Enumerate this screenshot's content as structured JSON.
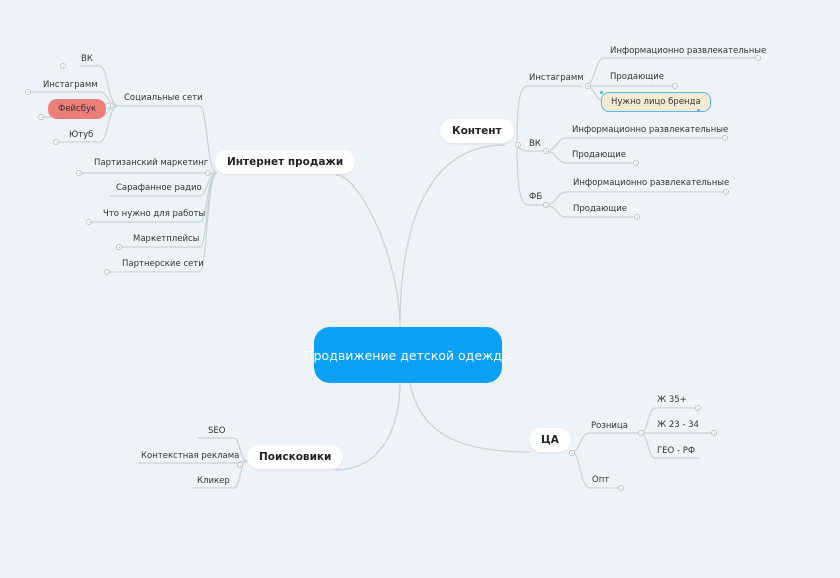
{
  "central": {
    "label": "Продвижение детской одежды"
  },
  "branches": {
    "internet": {
      "label": "Интернет продажи",
      "social": {
        "label": "Социальные сети",
        "vk": "ВК",
        "instagram": "Инстаграмм",
        "facebook": "Фейсбук",
        "youtube": "Ютуб"
      },
      "partisan": "Партизанский маркетинг",
      "word_of_mouth": "Сарафанное радио",
      "needs": "Что нужно для работы",
      "marketplaces": "Маркетплейсы",
      "partner_networks": "Партнерские сети"
    },
    "content": {
      "label": "Контент",
      "instagram": {
        "label": "Инстаграмм",
        "info": "Информационно развлекательные",
        "selling": "Продающие",
        "brand_face": "Нужно лицо бренда"
      },
      "vk": {
        "label": "ВК",
        "info": "Информационно развлекательные",
        "selling": "Продающие"
      },
      "fb": {
        "label": "ФБ",
        "info": "Информационно развлекательные",
        "selling": "Продающие"
      }
    },
    "search": {
      "label": "Поисковики",
      "seo": "SEO",
      "context": "Контекстная реклама",
      "clicker": "Кликер"
    },
    "ca": {
      "label": "ЦА",
      "retail": {
        "label": "Розница",
        "w35": "Ж 35+",
        "w23": "Ж 23 - 34",
        "geo": "ГЕО - РФ"
      },
      "wholesale": "Опт"
    }
  },
  "colors": {
    "central": "#0aa0f5",
    "background": "#eef3f7",
    "highlight_red": "#ec7f79",
    "highlight_yellow": "#f4ead2",
    "connector": "#c9d1d8"
  }
}
